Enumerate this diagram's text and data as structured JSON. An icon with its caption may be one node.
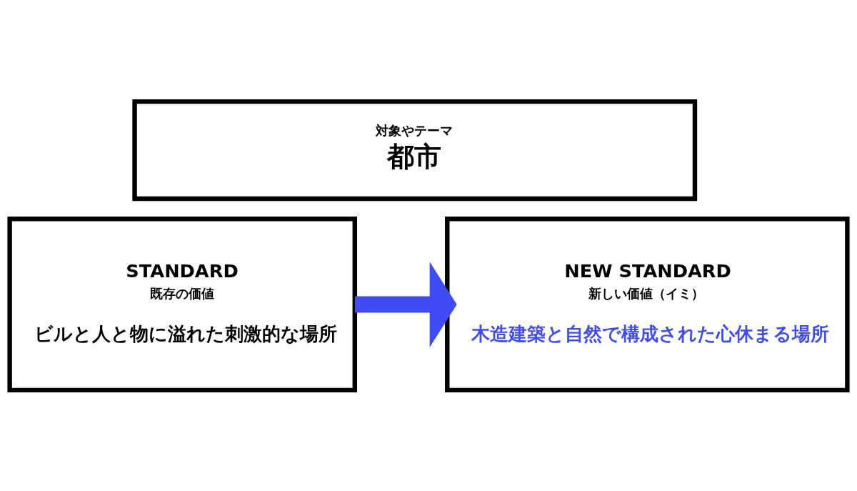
{
  "diagram": {
    "nodes": [
      {
        "text": [
          "対象やテーマ",
          "都市"
        ]
      },
      {
        "text": [
          "STANDARD",
          "既存の価値",
          "ビルと人と物に溢れた刺激的な場所"
        ]
      },
      {
        "text": [
          "NEW STANDARD",
          "新しい価値（イミ）",
          "木造建築と自然で構成された心休まる場所"
        ]
      }
    ],
    "edges": [
      {
        "from": 1,
        "to": 2,
        "arrow": "to",
        "color": "#3f4cf5"
      }
    ]
  }
}
